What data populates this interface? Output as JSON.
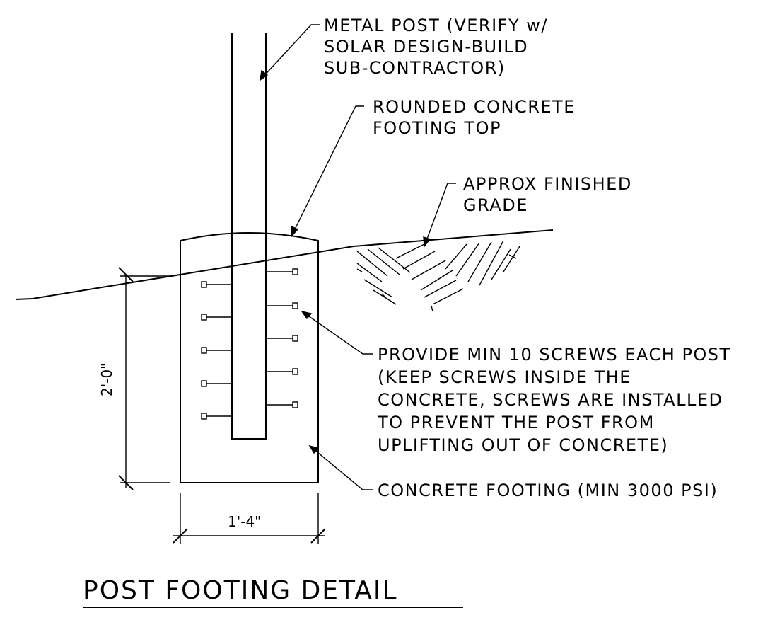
{
  "title": "POST FOOTING DETAIL",
  "notes": {
    "metal_post": [
      "METAL POST (VERIFY w/",
      "SOLAR DESIGN-BUILD",
      "SUB-CONTRACTOR)"
    ],
    "rounded_top": [
      "ROUNDED CONCRETE",
      "FOOTING TOP"
    ],
    "grade": [
      "APPROX FINISHED",
      "GRADE"
    ],
    "screws": [
      "PROVIDE MIN 10 SCREWS EACH POST",
      "(KEEP SCREWS INSIDE THE",
      "CONCRETE, SCREWS ARE INSTALLED",
      "TO PREVENT THE POST FROM",
      "UPLIFTING OUT OF CONCRETE)"
    ],
    "footing": [
      "CONCRETE FOOTING (MIN 3000 PSI)"
    ]
  },
  "dimensions": {
    "depth": "2'-0\"",
    "width": "1'-4\""
  },
  "colors": {
    "ink": "#000000",
    "paper": "#ffffff"
  }
}
